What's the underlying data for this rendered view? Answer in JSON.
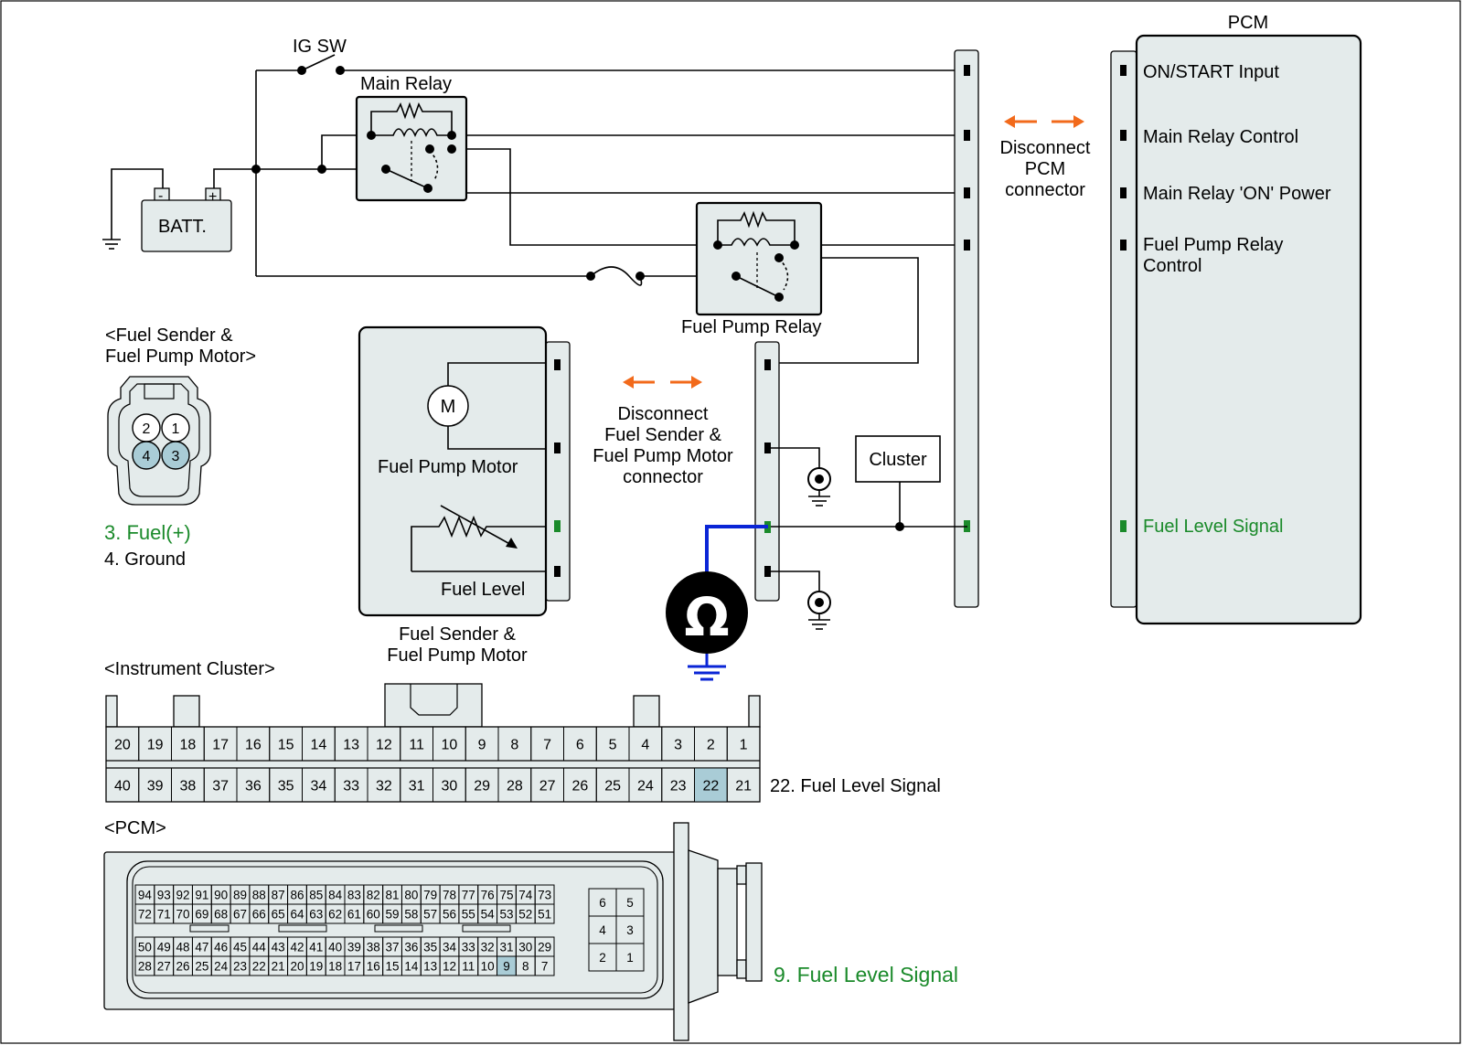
{
  "colors": {
    "body_fill": "#e4ebeb",
    "highlight_pin": "#a9ccd6",
    "signal_green": "#1a8a2a",
    "arrow_orange": "#f26a1b",
    "meter_lead_blue": "#0a25d6"
  },
  "labels": {
    "ig_sw": "IG SW",
    "main_relay": "Main Relay",
    "battery": "BATT.",
    "battery_minus": "-",
    "battery_plus": "+",
    "fuel_pump_relay": "Fuel Pump Relay",
    "pcm_title": "PCM",
    "disconnect_pcm": [
      "Disconnect",
      "PCM",
      "connector"
    ],
    "disconnect_fuel": [
      "Disconnect",
      "Fuel Sender &",
      "Fuel Pump Motor",
      "connector"
    ],
    "motor_symbol": "M",
    "fuel_pump_motor": "Fuel Pump Motor",
    "fuel_level": "Fuel Level",
    "sender_caption": [
      "Fuel Sender &",
      "Fuel Pump Motor"
    ],
    "cluster": "Cluster",
    "ohm_symbol": "Ω"
  },
  "pcm_pins": [
    {
      "label": "ON/START Input",
      "highlight": false
    },
    {
      "label": "Main Relay Control",
      "highlight": false
    },
    {
      "label": "Main Relay 'ON' Power",
      "highlight": false
    },
    {
      "label": "Fuel Pump Relay",
      "label2": "Control",
      "highlight": false
    },
    {
      "label": "Fuel Level Signal",
      "highlight": true
    }
  ],
  "fuel_connector": {
    "title": [
      "<Fuel Sender &",
      "Fuel Pump Motor>"
    ],
    "pins": [
      "2",
      "1",
      "4",
      "3"
    ],
    "highlighted_pins": [
      "4",
      "3"
    ],
    "legend": [
      {
        "text": "3. Fuel(+)",
        "highlight": true
      },
      {
        "text": "4. Ground",
        "highlight": false
      }
    ]
  },
  "cluster_connector": {
    "title": "<Instrument Cluster>",
    "top_row": [
      "20",
      "19",
      "18",
      "17",
      "16",
      "15",
      "14",
      "13",
      "12",
      "11",
      "10",
      "9",
      "8",
      "7",
      "6",
      "5",
      "4",
      "3",
      "2",
      "1"
    ],
    "bottom_row": [
      "40",
      "39",
      "38",
      "37",
      "36",
      "35",
      "34",
      "33",
      "32",
      "31",
      "30",
      "29",
      "28",
      "27",
      "26",
      "25",
      "24",
      "23",
      "22",
      "21"
    ],
    "highlighted_pin": "22",
    "note": "22. Fuel Level Signal"
  },
  "pcm_connector": {
    "title": "<PCM>",
    "row1": [
      "94",
      "93",
      "92",
      "91",
      "90",
      "89",
      "88",
      "87",
      "86",
      "85",
      "84",
      "83",
      "82",
      "81",
      "80",
      "79",
      "78",
      "77",
      "76",
      "75",
      "74",
      "73"
    ],
    "row2": [
      "72",
      "71",
      "70",
      "69",
      "68",
      "67",
      "66",
      "65",
      "64",
      "63",
      "62",
      "61",
      "60",
      "59",
      "58",
      "57",
      "56",
      "55",
      "54",
      "53",
      "52",
      "51"
    ],
    "row3": [
      "50",
      "49",
      "48",
      "47",
      "46",
      "45",
      "44",
      "43",
      "42",
      "41",
      "40",
      "39",
      "38",
      "37",
      "36",
      "35",
      "34",
      "33",
      "32",
      "31",
      "30",
      "29"
    ],
    "row4": [
      "28",
      "27",
      "26",
      "25",
      "24",
      "23",
      "22",
      "21",
      "20",
      "19",
      "18",
      "17",
      "16",
      "15",
      "14",
      "13",
      "12",
      "11",
      "10",
      "9",
      "8",
      "7"
    ],
    "side": [
      [
        "6",
        "5"
      ],
      [
        "4",
        "3"
      ],
      [
        "2",
        "1"
      ]
    ],
    "highlighted_pin": "9",
    "note": "9. Fuel Level Signal"
  }
}
